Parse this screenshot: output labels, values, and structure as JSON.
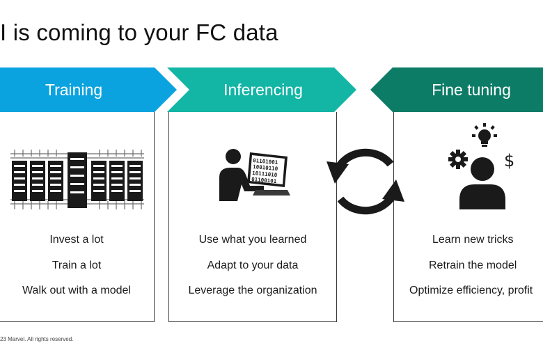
{
  "slide": {
    "title": "I is coming to your FC data",
    "footer": "23 Marvel. All rights reserved."
  },
  "colors": {
    "training": "#0ba3df",
    "inferencing": "#13b5a5",
    "fine_tuning": "#0d7c66",
    "icon": "#1a1a1a"
  },
  "stages": [
    {
      "label": "Training",
      "icon": "server-rack-icon",
      "lines": [
        "Invest a lot",
        "Train a lot",
        "Walk out with a model"
      ]
    },
    {
      "label": "Inferencing",
      "icon": "person-at-computer-icon",
      "lines": [
        "Use what you learned",
        "Adapt to your data",
        "Leverage the organization"
      ]
    },
    {
      "label": "Fine tuning",
      "icon": "person-ideas-icon",
      "lines": [
        "Learn new tricks",
        "Retrain the model",
        "Optimize efficiency, profit"
      ]
    }
  ],
  "cycle_icon": "refresh-cycle-icon",
  "binary_lines": [
    "01101001",
    "10010110",
    "10111010",
    "01100101"
  ]
}
